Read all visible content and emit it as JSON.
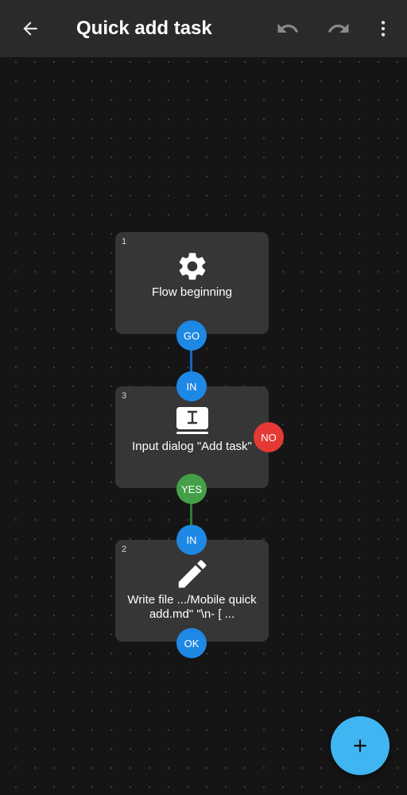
{
  "topbar": {
    "title": "Quick add task",
    "icons": [
      "back-arrow-icon",
      "undo-icon",
      "redo-icon",
      "more-vertical-icon"
    ]
  },
  "nodes": [
    {
      "number": "1",
      "label": "Flow beginning",
      "icon": "gear-icon"
    },
    {
      "number": "3",
      "label": "Input dialog \"Add task\"",
      "icon": "input-dialog-icon"
    },
    {
      "number": "2",
      "label": "Write file .../Mobile quick add.md\" \"\\n- [ ...",
      "icon": "pencil-icon"
    }
  ],
  "ports": {
    "go": "GO",
    "in_1": "IN",
    "no": "NO",
    "yes": "YES",
    "in_2": "IN",
    "ok": "OK"
  },
  "colors": {
    "background": "#151515",
    "topbar": "#2a2a2a",
    "card": "#363636",
    "port_blue": "#1e88e5",
    "port_green": "#43a047",
    "port_red": "#e53935",
    "wire_blue": "#1565c0",
    "wire_green": "#2e7d32",
    "fab": "#3fb6f2"
  },
  "fab": {
    "icon": "plus-icon"
  }
}
